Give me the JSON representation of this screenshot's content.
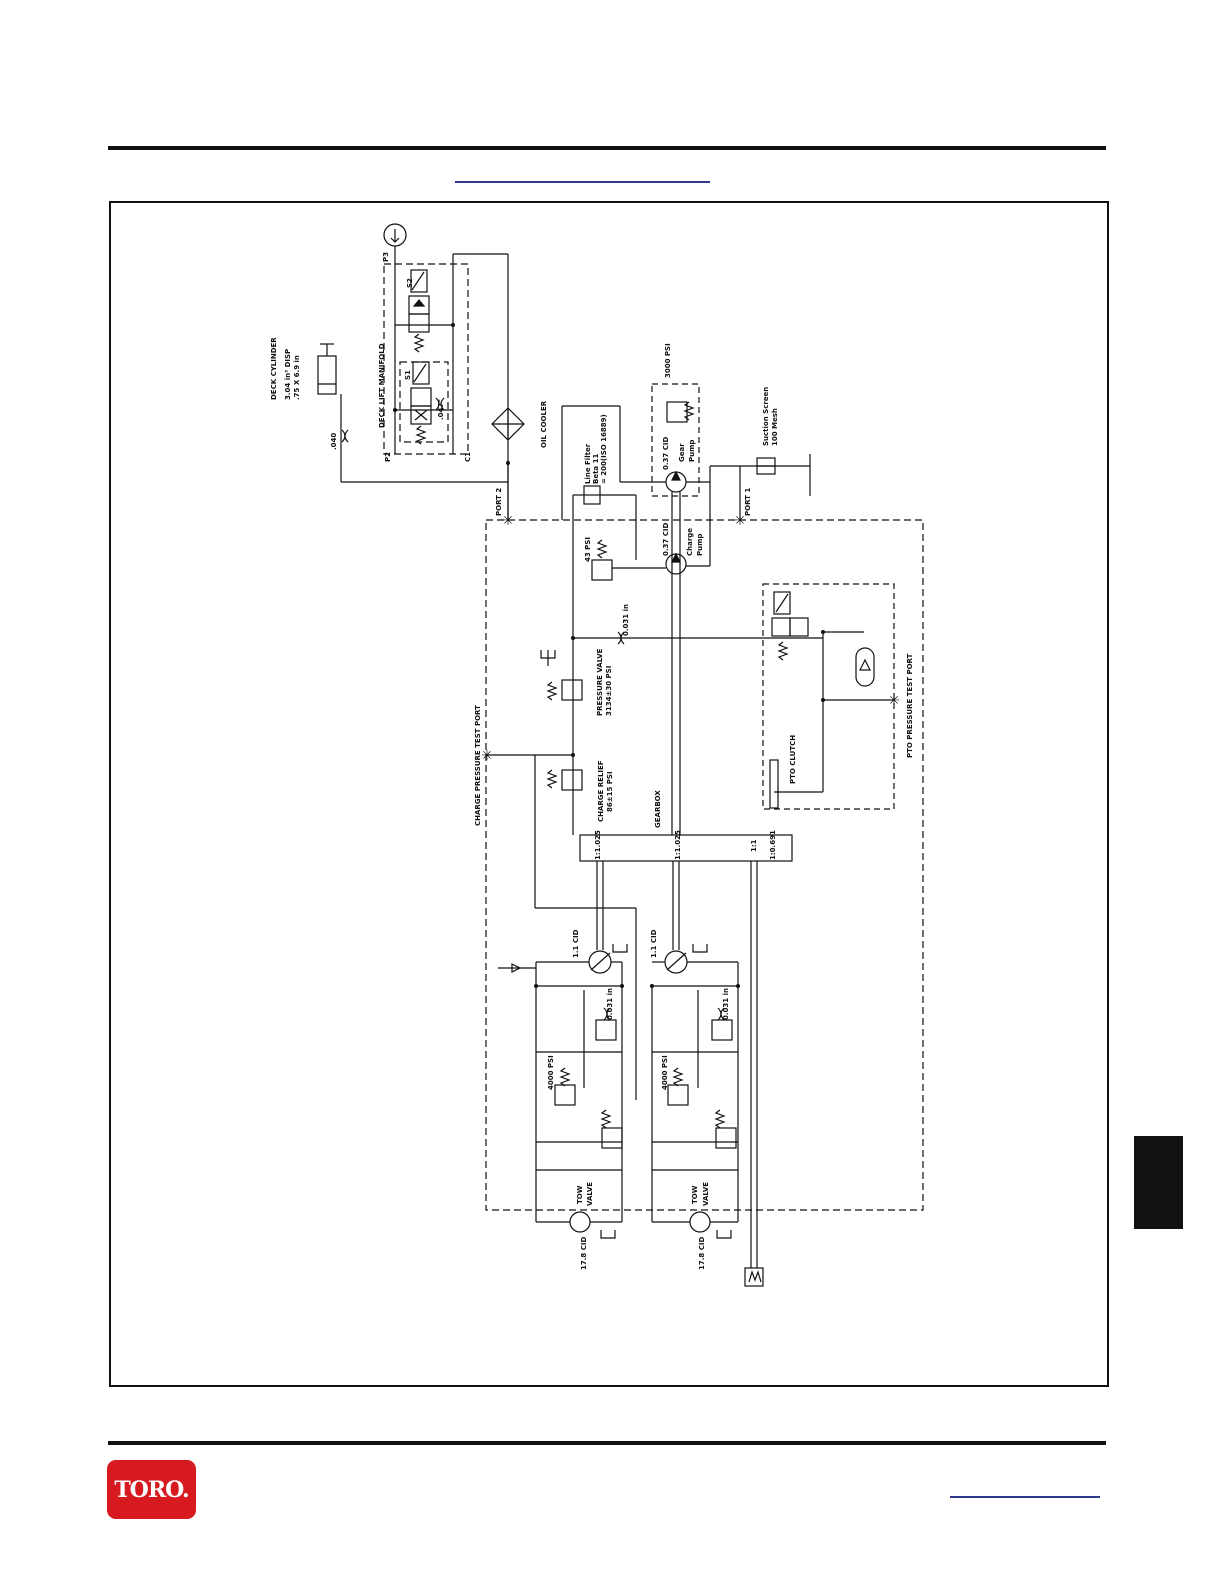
{
  "logo": {
    "text": "TORO."
  },
  "colors": {
    "rule": "#111111",
    "link": "#2f3a8f",
    "logo": "#d71920"
  },
  "labels": {
    "p3": "P3",
    "p2": "P2",
    "c1": "C1",
    "s1": "S1",
    "s2": "S2",
    "deck_cylinder": "DECK CYLINDER",
    "deck_cylinder_disp": "3.04 in³ DISP",
    "deck_cylinder_size": ".75 X 6.9 in",
    "orifice_040": ".040",
    "orifice_047": ".047\"",
    "deck_lift_manifold": "DECK LIFT MANIFOLD",
    "oil_cooler": "OIL COOLER",
    "port2": "PORT 2",
    "port1": "PORT 1",
    "relief_3000": "3000 PSI",
    "gear_pump_cid": "0.37 CID",
    "gear_pump_1": "Gear",
    "gear_pump_2": "Pump",
    "suction_screen_1": "Suction Screen",
    "suction_screen_2": "100 Mesh",
    "line_filter_1": "Line Filter",
    "line_filter_2": "Beta 11",
    "line_filter_3": "= 200(ISO 16889)",
    "charge_relief_43": "43 PSI",
    "charge_pump_cid": "0.37 CID",
    "charge_pump_1": "Charge",
    "charge_pump_2": "Pump",
    "orifice_031_top": "0.031 in",
    "pressure_valve_1": "PRESSURE VALVE",
    "pressure_valve_2": "3134±30 PSI",
    "charge_test_port": "CHARGE PRESSURE TEST PORT",
    "charge_relief_1": "CHARGE RELIEF",
    "charge_relief_2": "86±15 PSI",
    "gearbox": "GEARBOX",
    "ratio_1": "1:1.025",
    "ratio_2": "1:1.025",
    "ratio_3": "1:1",
    "ratio_4": "1:0.691",
    "pto_clutch": "PTO CLUTCH",
    "pto_test_port": "PTO PRESSURE TEST PORT",
    "pump1_cid": "1.1 CID",
    "pump2_cid": "1.1 CID",
    "orifice_031_a": "0.031 in",
    "orifice_031_b": "0.031 in",
    "relief_4000_a": "4000 PSI",
    "relief_4000_b": "4000 PSI",
    "tow_a_1": "TOW",
    "tow_a_2": "VALVE",
    "tow_b_1": "TOW",
    "tow_b_2": "VALVE",
    "motor_a_cid": "17.8 CID",
    "motor_b_cid": "17.8 CID"
  }
}
